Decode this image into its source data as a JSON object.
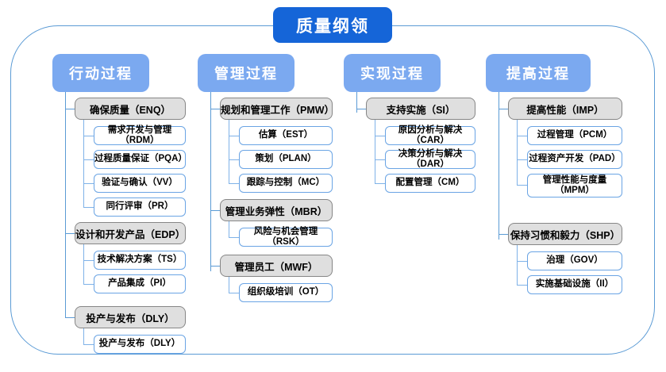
{
  "diagram": {
    "title": "质量纲领",
    "columns": [
      {
        "header": "行动过程",
        "groups": [
          {
            "label": "确保质量（ENQ）",
            "children": [
              "需求开发与管理（RDM）",
              "过程质量保证（PQA）",
              "验证与确认（VV）",
              "同行评审（PR）"
            ]
          },
          {
            "label": "设计和开发产品（EDP）",
            "children": [
              "技术解决方案（TS）",
              "产品集成（PI）"
            ]
          },
          {
            "label": "投产与发布（DLY）",
            "children": [
              "投产与发布（DLY）"
            ]
          }
        ]
      },
      {
        "header": "管理过程",
        "groups": [
          {
            "label": "规划和管理工作（PMW）",
            "children": [
              "估算（EST）",
              "策划（PLAN）",
              "跟踪与控制（MC）"
            ]
          },
          {
            "label": "管理业务弹性（MBR）",
            "children": [
              "风险与机会管理（RSK）"
            ]
          },
          {
            "label": "管理员工（MWF）",
            "children": [
              "组织级培训（OT）"
            ]
          }
        ]
      },
      {
        "header": "实现过程",
        "groups": [
          {
            "label": "支持实施（SI）",
            "children": [
              "原因分析与解决（CAR）",
              "决策分析与解决（DAR）",
              "配置管理（CM）"
            ]
          }
        ]
      },
      {
        "header": "提高过程",
        "groups": [
          {
            "label": "提高性能（IMP）",
            "children": [
              "过程管理（PCM）",
              "过程资产开发（PAD）",
              "管理性能与度量\n（MPM）"
            ]
          },
          {
            "label": "保持习惯和毅力（SHP）",
            "children": [
              "治理（GOV）",
              "实施基础设施（II）"
            ]
          }
        ]
      }
    ],
    "colors": {
      "title_bg": "#1565D8",
      "header_bg": "#7BA9F0",
      "group_bg": "#DFDFDF",
      "group_border": "#868686",
      "leaf_border": "#6AA4E4",
      "frame_border": "#5B9BD5",
      "text": "#000000"
    }
  }
}
